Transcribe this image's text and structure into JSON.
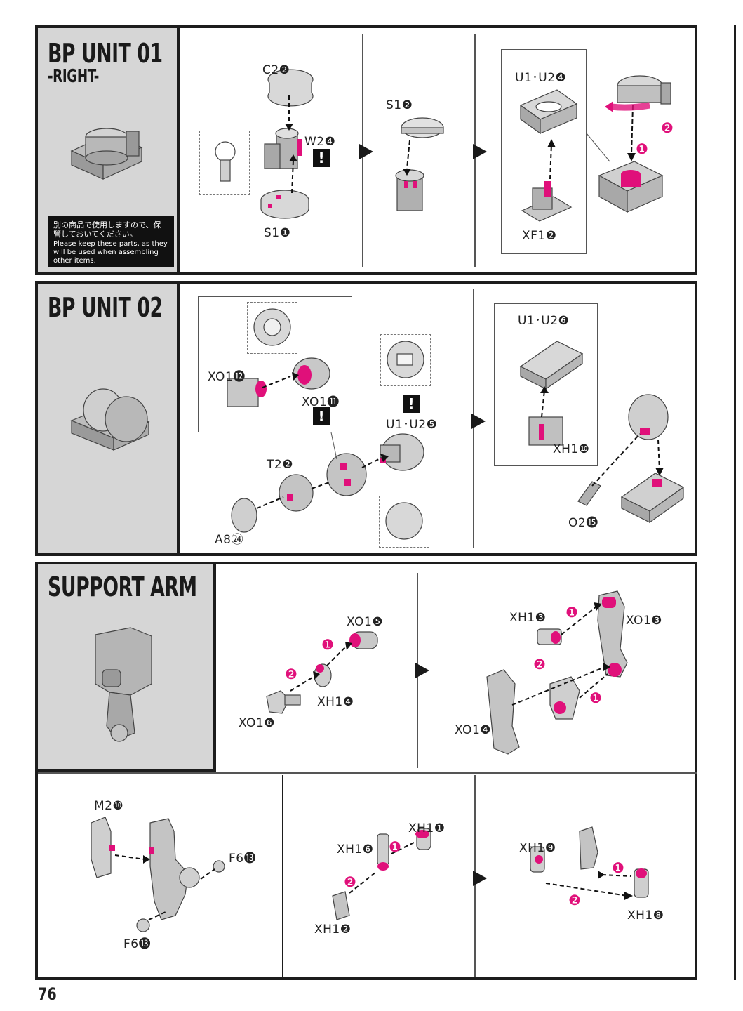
{
  "sections": {
    "bp_unit_01": {
      "title": "BP UNIT 01",
      "subtitle": "-RIGHT-",
      "note_jp": "別の商品で使用しますので、保管しておいてください。",
      "note_en": "Please keep these parts, as they will be used when assembling other items.",
      "labels": {
        "c2": "C2❷",
        "w2": "W2❹",
        "s1a": "S1❶",
        "s1b": "S1❷",
        "u1u2": "U1･U2❹",
        "xf1": "XF1❷"
      },
      "warn": "!",
      "step_badges": [
        "❶",
        "❷"
      ]
    },
    "bp_unit_02": {
      "title": "BP UNIT 02",
      "warn": "!",
      "labels": {
        "xo1_12": "XO1⓬",
        "xo1_11": "XO1⓫",
        "u1u2_5": "U1･U2❺",
        "t2": "T2❷",
        "a8": "A8㉔",
        "u1u2_6": "U1･U2❻",
        "xh1_10": "XH1❿",
        "o2": "O2⓯"
      }
    },
    "support_arm": {
      "title": "SUPPORT ARM",
      "labels": {
        "xo1_5": "XO1❺",
        "xh1_4": "XH1❹",
        "xo1_6": "XO1❻",
        "xh1_3": "XH1❸",
        "xo1_3": "XO1❸",
        "xo1_4": "XO1❹"
      },
      "step_badges": [
        "❶",
        "❷"
      ]
    },
    "bottom": {
      "labels": {
        "m2": "M2❿",
        "f6a": "F6⓭",
        "f6b": "F6⓭",
        "xh1_1": "XH1❶",
        "xh1_6": "XH1❻",
        "xh1_2": "XH1❷",
        "xh1_9": "XH1❾",
        "xh1_8": "XH1❽"
      },
      "step_badges": [
        "❶",
        "❷"
      ]
    }
  },
  "page_number": "76",
  "colors": {
    "accent": "#e0107a",
    "frame": "#1d1d1d",
    "panel": "#d6d6d6",
    "part_gray": "#c9c9c9"
  }
}
